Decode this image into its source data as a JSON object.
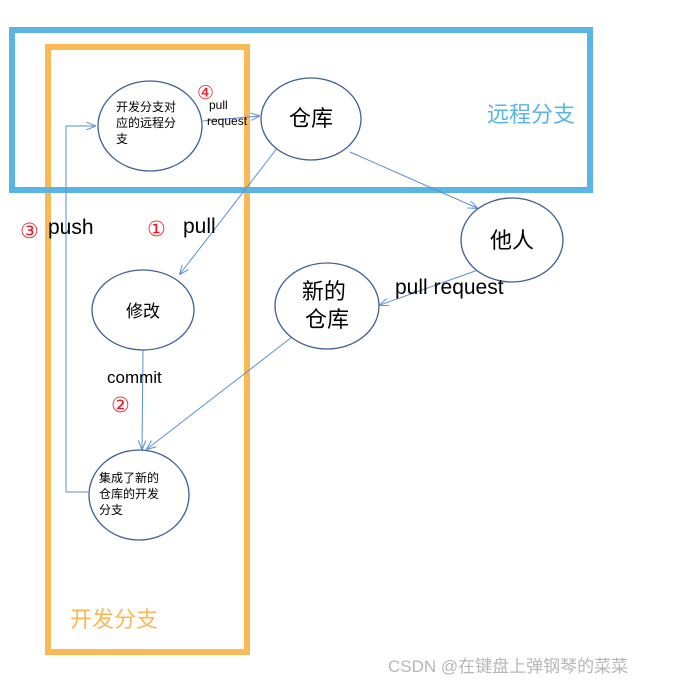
{
  "colors": {
    "remote_frame": "#5bb5e3",
    "dev_frame": "#fbb955",
    "node_stroke": "#3f5f95",
    "edge": "#5b8fd0",
    "marker": "#e6202a",
    "remote_label": "#5bb5e3",
    "dev_label": "#fbb955"
  },
  "frames": {
    "remote_label": "远程分支",
    "dev_label": "开发分支"
  },
  "nodes": {
    "remote_dev": {
      "lines": [
        "开发分支对",
        "应的远程分",
        "支"
      ]
    },
    "repo": {
      "lines": [
        "仓库"
      ]
    },
    "other": {
      "lines": [
        "他人"
      ]
    },
    "new_repo": {
      "lines": [
        "新的",
        "仓库"
      ]
    },
    "modify": {
      "lines": [
        "修改"
      ]
    },
    "integrated": {
      "lines": [
        "集成了新的",
        "仓库的开发",
        "分支"
      ]
    }
  },
  "steps": {
    "s1": {
      "marker": "①",
      "label": "pull"
    },
    "s2": {
      "marker": "②",
      "label": "commit"
    },
    "s3": {
      "marker": "③",
      "label": "push"
    },
    "s4": {
      "marker": "④",
      "label_lines": [
        "pull",
        "request"
      ]
    },
    "other_pr": {
      "label": "pull request"
    }
  },
  "watermark": "CSDN @在键盘上弹钢琴的菜菜"
}
